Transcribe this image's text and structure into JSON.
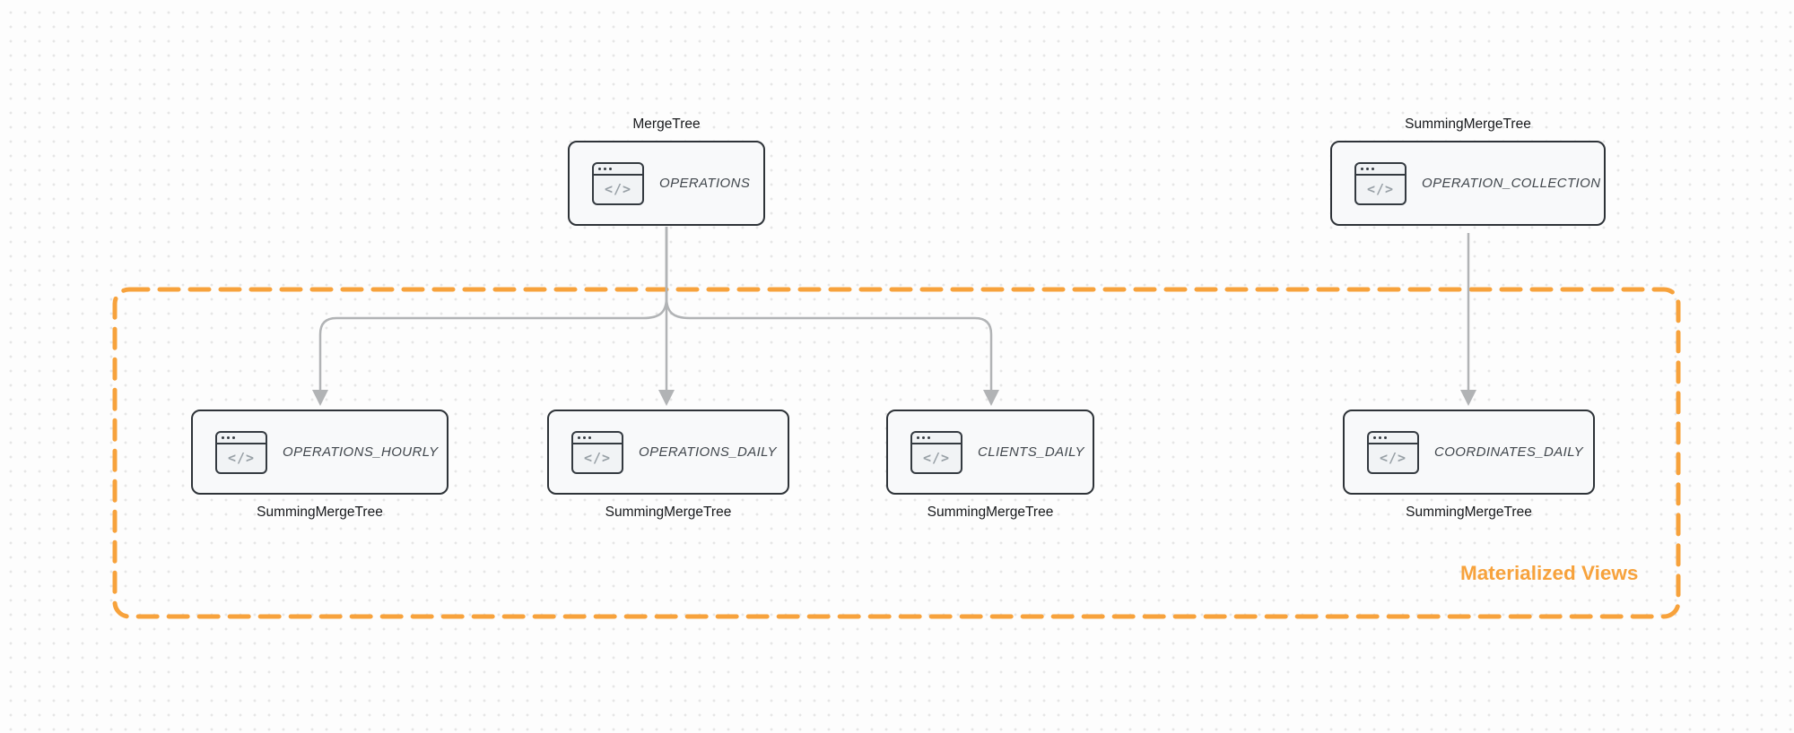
{
  "diagram": {
    "container_label": "Materialized Views",
    "icon_glyph": "</>",
    "colors": {
      "background": "#fdfdfd",
      "dot_grid": "#e6e6e6",
      "accent_orange": "#f7a23c",
      "arrow_gray": "#b1b3b5",
      "node_border": "#2e3338",
      "node_fill": "#f8f9fa",
      "table_name_text": "#41474d",
      "engine_label_text": "#17191c"
    }
  },
  "nodes": [
    {
      "id": "operations",
      "table": "OPERATIONS",
      "engine": "MergeTree",
      "engine_position": "top"
    },
    {
      "id": "operation_collection",
      "table": "OPERATION_COLLECTION",
      "engine": "SummingMergeTree",
      "engine_position": "top"
    },
    {
      "id": "operations_hourly",
      "table": "OPERATIONS_HOURLY",
      "engine": "SummingMergeTree",
      "engine_position": "bottom"
    },
    {
      "id": "operations_daily",
      "table": "OPERATIONS_DAILY",
      "engine": "SummingMergeTree",
      "engine_position": "bottom"
    },
    {
      "id": "clients_daily",
      "table": "CLIENTS_DAILY",
      "engine": "SummingMergeTree",
      "engine_position": "bottom"
    },
    {
      "id": "coordinates_daily",
      "table": "COORDINATES_DAILY",
      "engine": "SummingMergeTree",
      "engine_position": "bottom"
    }
  ],
  "edges": [
    {
      "from": "operations",
      "to": "operations_hourly"
    },
    {
      "from": "operations",
      "to": "operations_daily"
    },
    {
      "from": "operations",
      "to": "clients_daily"
    },
    {
      "from": "operation_collection",
      "to": "coordinates_daily"
    }
  ]
}
